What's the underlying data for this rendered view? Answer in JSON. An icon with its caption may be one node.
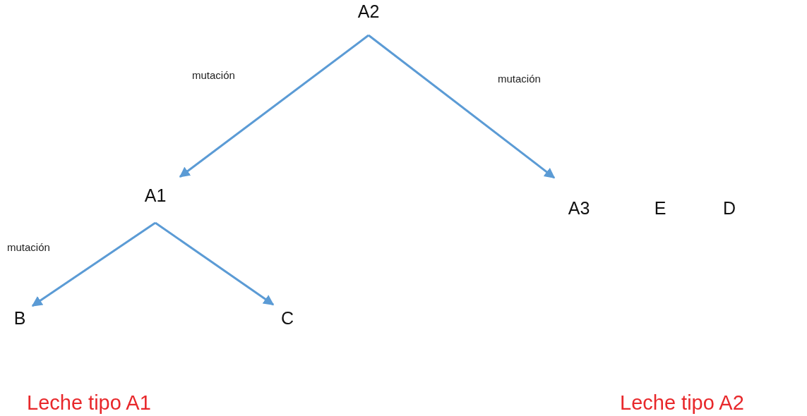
{
  "diagram": {
    "nodes": [
      {
        "text": [
          "A2"
        ]
      },
      {
        "text": [
          "A1"
        ]
      },
      {
        "text": [
          "A3"
        ]
      },
      {
        "text": [
          "E"
        ]
      },
      {
        "text": [
          "D"
        ]
      },
      {
        "text": [
          "B"
        ]
      },
      {
        "text": [
          "C"
        ]
      }
    ],
    "edges": [
      {
        "from": 0,
        "to": 1,
        "arrow": "to",
        "label": "mutación"
      },
      {
        "from": 0,
        "to": 2,
        "arrow": "to",
        "label": "mutación"
      },
      {
        "from": 1,
        "to": 5,
        "arrow": "to",
        "label": "mutación"
      },
      {
        "from": 1,
        "to": 6,
        "arrow": "to"
      }
    ],
    "labels": [
      "Leche tipo A1",
      "Leche tipo A2"
    ]
  }
}
